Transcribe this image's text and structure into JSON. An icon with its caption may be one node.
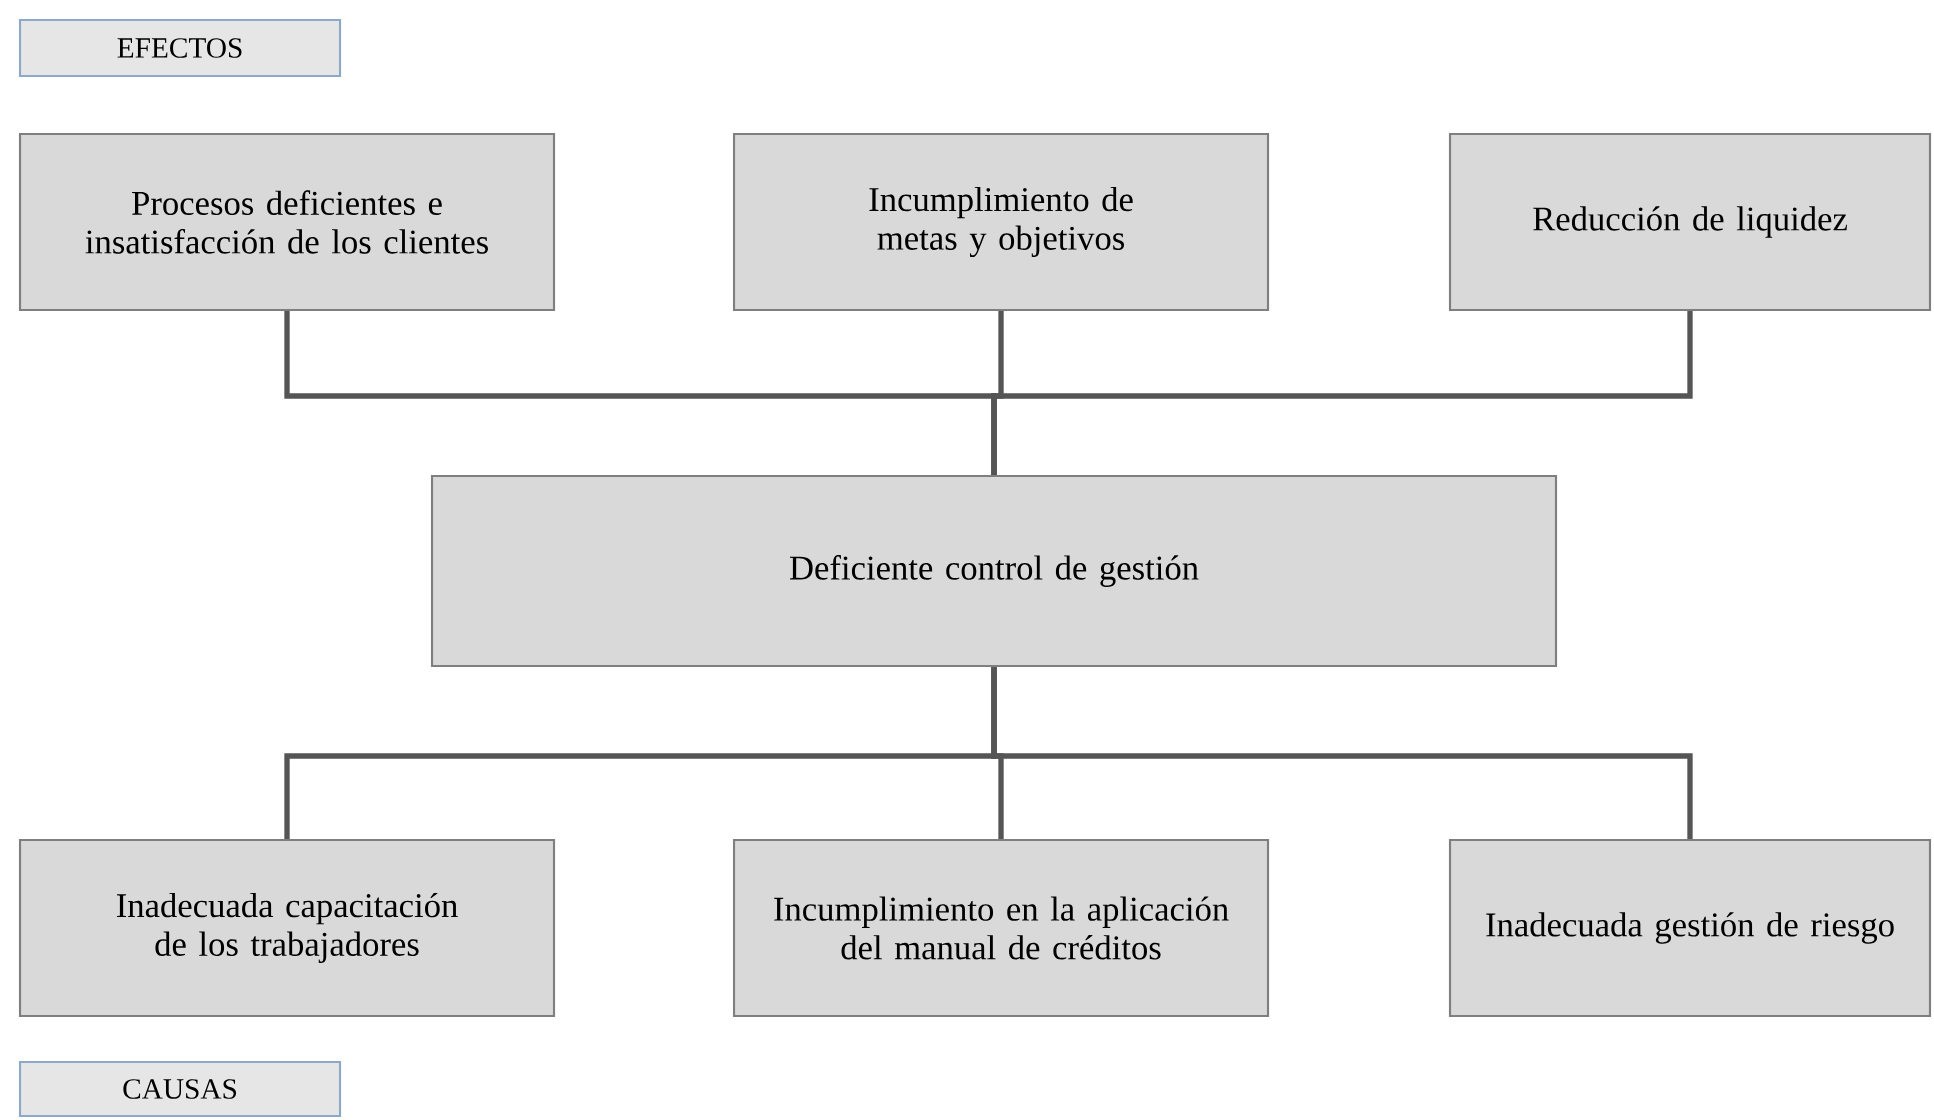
{
  "diagram": {
    "nodes": [
      {
        "text": [
          "EFECTOS"
        ]
      },
      {
        "text": [
          "Procesos deficientes e insatisfacción de los clientes"
        ]
      },
      {
        "text": [
          "Incumplimiento de metas y objetivos"
        ]
      },
      {
        "text": [
          "Reducción de liquidez"
        ]
      },
      {
        "text": [
          "Deficiente control de gestión"
        ]
      },
      {
        "text": [
          "Inadecuada capacitación de los trabajadores"
        ]
      },
      {
        "text": [
          "Incumplimiento en la aplicación del manual de créditos"
        ]
      },
      {
        "text": [
          "Inadecuada gestión de riesgo"
        ]
      },
      {
        "text": [
          "CAUSAS"
        ]
      }
    ],
    "edges": [
      {
        "from": 1,
        "to": 4,
        "arrow": "none"
      },
      {
        "from": 2,
        "to": 4,
        "arrow": "none"
      },
      {
        "from": 3,
        "to": 4,
        "arrow": "none"
      },
      {
        "from": 4,
        "to": 5,
        "arrow": "none"
      },
      {
        "from": 4,
        "to": 6,
        "arrow": "none"
      },
      {
        "from": 4,
        "to": 7,
        "arrow": "none"
      }
    ]
  }
}
